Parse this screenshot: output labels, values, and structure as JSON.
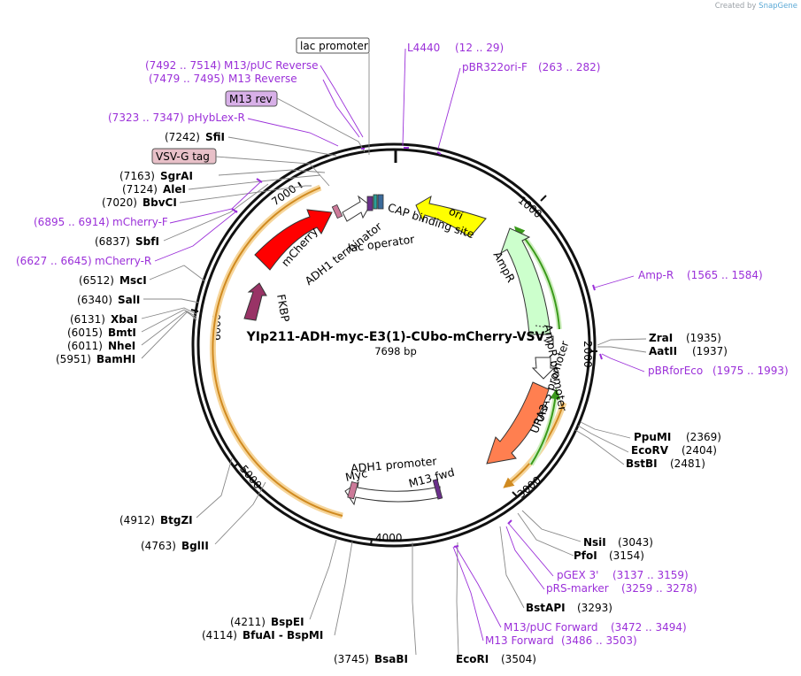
{
  "credit": {
    "prefix": "Created by",
    "brand": "SnapGene"
  },
  "plasmid": {
    "name": "YIp211-ADH-myc-E3(1)-CUbo-mCherry-VSV",
    "size": "7698 bp"
  },
  "ticks": [
    "1000",
    "2000",
    "3000",
    "4000",
    "5000",
    "6000",
    "7000"
  ],
  "sites_left": [
    {
      "pos": "(7242)",
      "name": "SfiI"
    },
    {
      "pos": "(7163)",
      "name": "SgrAI"
    },
    {
      "pos": "(7124)",
      "name": "AleI"
    },
    {
      "pos": "(7020)",
      "name": "BbvCI"
    },
    {
      "pos": "(6837)",
      "name": "SbfI"
    },
    {
      "pos": "(6512)",
      "name": "MscI"
    },
    {
      "pos": "(6340)",
      "name": "SalI"
    },
    {
      "pos": "(6131)",
      "name": "XbaI"
    },
    {
      "pos": "(6015)",
      "name": "BmtI"
    },
    {
      "pos": "(6011)",
      "name": "NheI"
    },
    {
      "pos": "(5951)",
      "name": "BamHI"
    },
    {
      "pos": "(4912)",
      "name": "BtgZI"
    },
    {
      "pos": "(4763)",
      "name": "BglII"
    },
    {
      "pos": "(4211)",
      "name": "BspEI"
    },
    {
      "pos": "(4114)",
      "name": "BfuAI  - BspMI"
    },
    {
      "pos": "(3745)",
      "name": "BsaBI"
    }
  ],
  "sites_right": [
    {
      "name": "ZraI",
      "pos": "(1935)"
    },
    {
      "name": "AatII",
      "pos": "(1937)"
    },
    {
      "name": "PpuMI",
      "pos": "(2369)"
    },
    {
      "name": "EcoRV",
      "pos": "(2404)"
    },
    {
      "name": "BstBI",
      "pos": "(2481)"
    },
    {
      "name": "NsiI",
      "pos": "(3043)"
    },
    {
      "name": "PfoI",
      "pos": "(3154)"
    },
    {
      "name": "BstAPI",
      "pos": "(3293)"
    },
    {
      "name": "EcoRI",
      "pos": "(3504)"
    }
  ],
  "primers_left": [
    {
      "range": "(7492 .. 7514)",
      "name": "M13/pUC Reverse"
    },
    {
      "range": "(7479 .. 7495)",
      "name": "M13 Reverse"
    },
    {
      "range": "(7323 .. 7347)",
      "name": "pHybLex-R"
    },
    {
      "range": "(6895 .. 6914)",
      "name": "mCherry-F"
    },
    {
      "range": "(6627 .. 6645)",
      "name": "mCherry-R"
    }
  ],
  "primers_right": [
    {
      "name": "L4440",
      "range": "(12 .. 29)"
    },
    {
      "name": "pBR322ori-F",
      "range": "(263 .. 282)"
    },
    {
      "name": "Amp-R",
      "range": "(1565 .. 1584)"
    },
    {
      "name": "pBRforEco",
      "range": "(1975 .. 1993)"
    },
    {
      "name": "pGEX 3'",
      "range": "(3137 .. 3159)"
    },
    {
      "name": "pRS-marker",
      "range": "(3259 .. 3278)"
    },
    {
      "name": "M13/pUC Forward",
      "range": "(3472 .. 3494)"
    },
    {
      "name": "M13 Forward",
      "range": "(3486 .. 3503)"
    }
  ],
  "boxed_features": {
    "lac_promoter": "lac promoter",
    "m13_rev": "M13 rev",
    "vsvg_tag": "VSV-G tag"
  },
  "features": {
    "ori": "ori",
    "cap_binding_site": "CAP binding site",
    "lac_operator": "lac operator",
    "adh1_terminator": "ADH1 terminator",
    "mcherry": "mCherry",
    "fkbp": "FKBP",
    "ampr": "AmpR",
    "ampr_promoter": "AmpR promoter",
    "ura3_promoter": "URA3 promoter",
    "ura3": "URA3",
    "adh1_promoter": "ADH1 promoter",
    "m13_fwd": "M13 fwd",
    "myc": "Myc"
  },
  "colors": {
    "ori": "#ffff00",
    "mcherry": "#ff0000",
    "fkbp": "#993366",
    "ampr": "#ccffcc",
    "ura3": "#ff7f50",
    "primer": "#9b30d9",
    "orf": "#e0a030"
  }
}
